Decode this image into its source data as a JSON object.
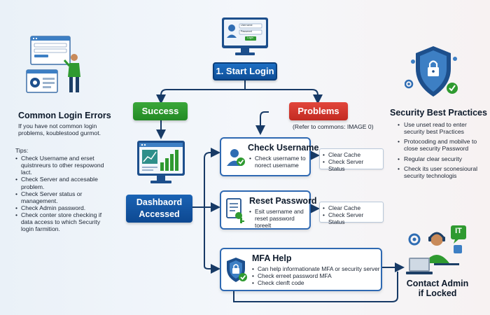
{
  "start": {
    "label": "1. Start Login",
    "login_user": "Username",
    "login_pass": "Password",
    "login_btn": "Login"
  },
  "success": {
    "label": "Success"
  },
  "problems": {
    "label": "Problems",
    "note": "(Refer to commons: IMAGE 0)"
  },
  "dashboard": {
    "label_line1": "Dashbaord",
    "label_line2": "Accessed"
  },
  "left_panel": {
    "title": "Common Login Errors",
    "intro": "If you have not common login problems, koublestood gurmot.",
    "tips_label": "Tips:",
    "tips": [
      "Check Username and erset quistnreurs to other respowond lact.",
      "Check Server and accesable problem.",
      "Check Server status or management.",
      "Check Admin password.",
      "Check conter store checking if data access to which Security login farmition."
    ]
  },
  "right_panel": {
    "title": "Security Best Practices",
    "items": [
      "Use unset read to enter security best Practices",
      "Protocoding and mobilve to close security Password",
      "Regular clear security",
      "Check its user sconesioural security technologis"
    ]
  },
  "cards": [
    {
      "title": "Check Username",
      "icon": "user-check-icon",
      "bullets": [
        "Check username to norect username"
      ]
    },
    {
      "title": "Reset Password",
      "icon": "document-key-icon",
      "bullets": [
        "Esit username and reset password toreelt"
      ]
    },
    {
      "title": "MFA Help",
      "icon": "shield-lock-icon",
      "bullets": [
        "Can help informationate MFA or security server",
        "Check erreet password MFA",
        "Check clenft code"
      ]
    }
  ],
  "side_notes": [
    {
      "items": [
        "Clear Cache",
        "Check Server Status"
      ]
    },
    {
      "items": [
        "Clear Cache",
        "Check Server Status"
      ]
    }
  ],
  "contact": {
    "line1": "Contact Admin",
    "line2": "if Locked",
    "badge": "IT"
  },
  "colors": {
    "blue": "#1d6fc4",
    "green": "#2f9a30",
    "red": "#d3362d",
    "navy": "#0d4891",
    "card_border": "#2f69b2",
    "arrow": "#173a66"
  }
}
